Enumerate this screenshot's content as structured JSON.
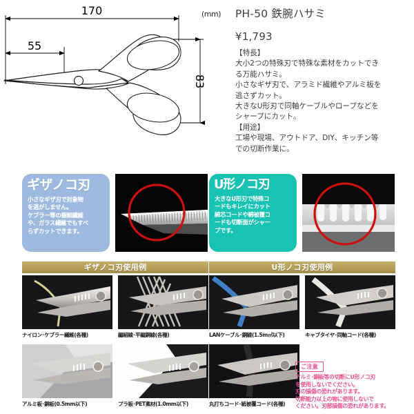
{
  "drawing": {
    "unit_label": "(mm)",
    "dim_total_length": "170",
    "dim_blade_length": "55",
    "dim_height": "83"
  },
  "product": {
    "title": "PH-50 鉄腕ハサミ",
    "price": "¥1,793",
    "features_heading": "【特長】",
    "features_lines": [
      "大小2つの特殊刃で特殊な素材をカットでき",
      "る万能ハサミ。",
      "小さなギザ刃で、アラミド繊維やアルミ板を",
      "逃さずカット。",
      "大きなU形刃で同軸ケーブルやロープなどを",
      "シャープにカット。"
    ],
    "uses_heading": "【用途】",
    "uses_lines": [
      "工場や現場、アウトドア、DIY、キッチン等",
      "での切断作業に。"
    ]
  },
  "blade_cards": [
    {
      "id": "giza",
      "title": "ギザノコ刃",
      "color": "#9dbade",
      "body_lines": [
        "小さなギザ刃で対象物",
        "を逃がしません。",
        "ケブラー等の極細繊維",
        "や、ガラス繊維でもすべ",
        "らずカットできます。"
      ]
    },
    {
      "id": "u-shape",
      "title": "U形ノコ刃",
      "color": "#18c3b4",
      "body_lines": [
        "大きなU形刃で特殊コ",
        "ードもキレイにカット",
        "綿芯コードや綿被覆コ",
        "ードも切断面がシャー",
        "プです。"
      ]
    }
  ],
  "section_headers": {
    "left": "ギザノコ刃使用例",
    "right": "U形ノコ刃使用例"
  },
  "usage_photos": [
    {
      "id": "nylon-kevlar",
      "caption": "ナイロン･ケブラー繊維(各種)"
    },
    {
      "id": "braided-wire",
      "caption": "編組線･平編銅線(各種)"
    },
    {
      "id": "lan-cable",
      "caption": "LANケーブル･銅線(1.5m㎡以下)"
    },
    {
      "id": "cabtyre-coax",
      "caption": "キャブタイヤ･同軸コード(各種)"
    },
    {
      "id": "alumi-plate",
      "caption": "アルミ板･銅板(0.5mm以下)"
    },
    {
      "id": "plastic-pet",
      "caption": "プラ板･PET素材(1.0mm以下)"
    },
    {
      "id": "round-cord",
      "caption": "丸打ちコード･紙被覆コード(各種)"
    }
  ],
  "caution": {
    "tag": "ご注意",
    "lines": [
      "アルミ･銅板等の切断にU形ノコ刃",
      "を使用しないでください。",
      "刃の損傷の恐れがあります。",
      "切断能力以上の物に使用しないで",
      "ください。刃部損傷の恐れがあります。"
    ],
    "color": "#e8518f"
  }
}
